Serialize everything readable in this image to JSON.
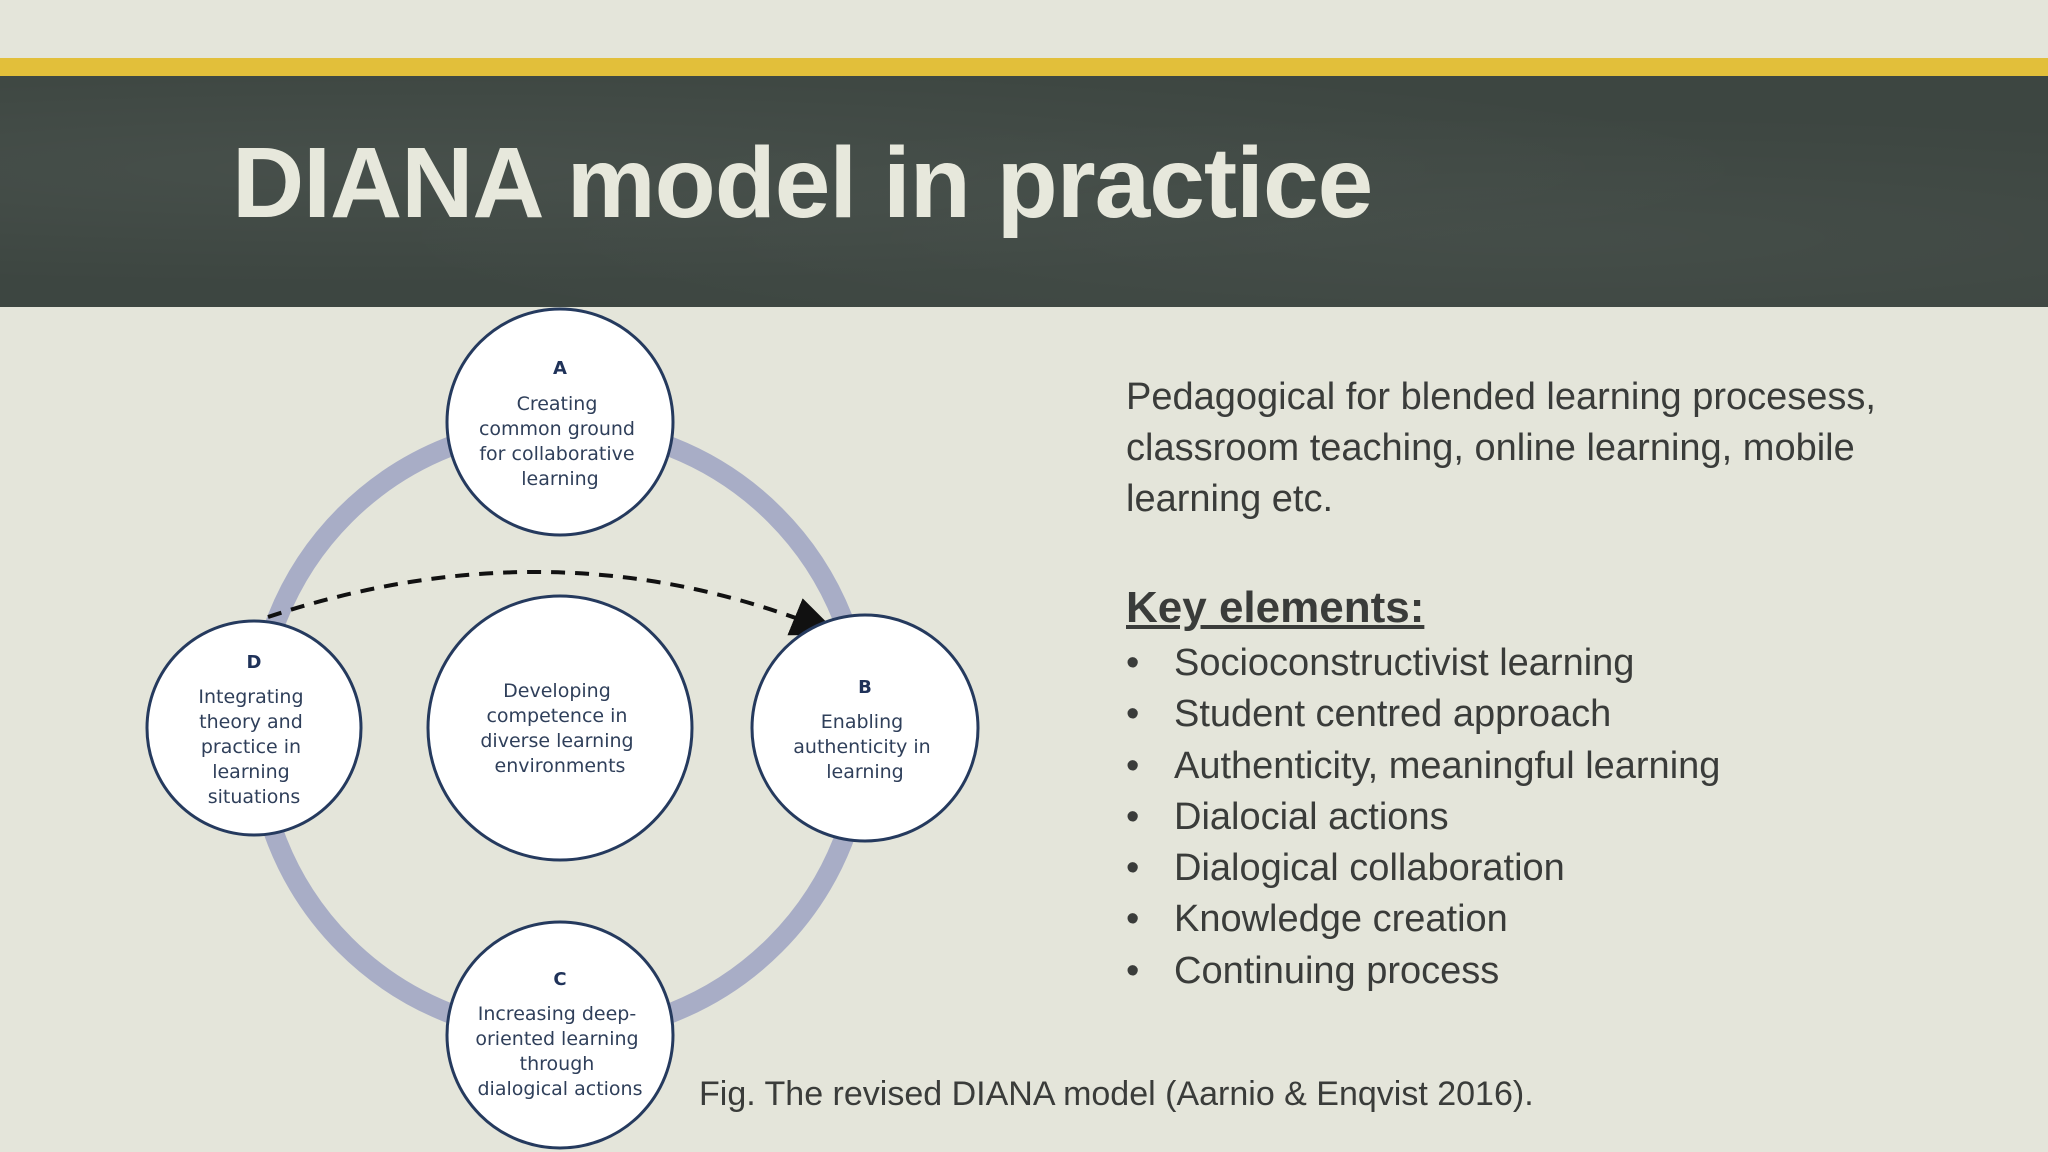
{
  "slide": {
    "title": "DIANA model in practice",
    "intro": "Pedagogical for blended learning procesess, classroom teaching, online learning, mobile learning etc.",
    "key_elements_heading": "Key elements:",
    "bullet_symbol": "•",
    "key_elements": [
      "Socioconstructivist learning",
      "Student centred approach",
      "Authenticity, meaningful learning",
      "Dialocial actions",
      "Dialogical collaboration",
      "Knowledge creation",
      "Continuing process"
    ],
    "caption": "Fig. The revised DIANA model (Aarnio & Enqvist 2016)."
  },
  "diagram": {
    "ring_color": "#a8adc6",
    "node_stroke_color": "#253a5e",
    "nodes": {
      "a": {
        "letter": "A",
        "lines": [
          "Creating",
          "common ground",
          "for collaborative",
          "learning"
        ]
      },
      "b": {
        "letter": "B",
        "lines": [
          "Enabling",
          "authenticity in",
          "learning"
        ]
      },
      "c": {
        "letter": "C",
        "lines": [
          "Increasing deep-",
          "oriented learning",
          "through",
          "dialogical actions"
        ]
      },
      "d": {
        "letter": "D",
        "lines": [
          "Integrating",
          "theory and",
          "practice in",
          "learning",
          "situations"
        ]
      },
      "center": {
        "lines": [
          "Developing",
          "competence in",
          "diverse learning",
          "environments"
        ]
      }
    }
  }
}
